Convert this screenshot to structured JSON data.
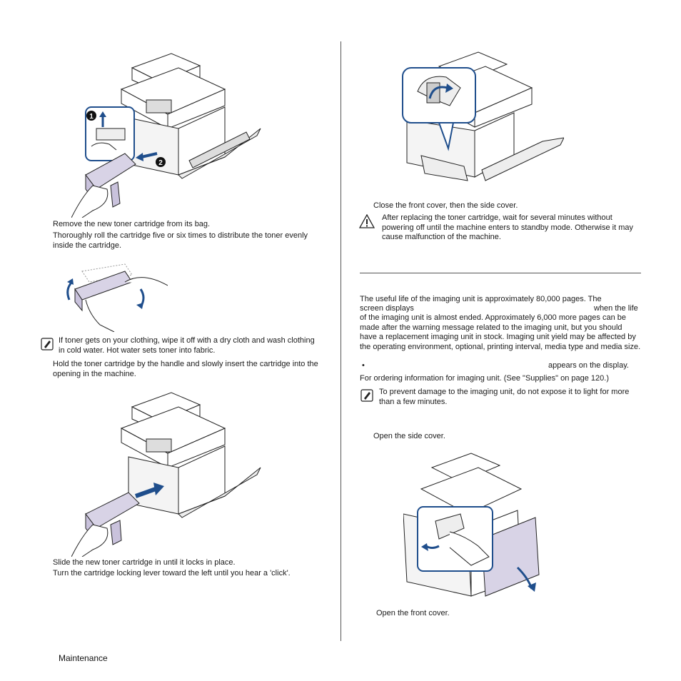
{
  "left": {
    "step_remove_bag": "Remove the new toner cartridge from its bag.",
    "step_roll": "Thoroughly roll the cartridge five or six times to distribute the toner evenly inside the cartridge.",
    "note_toner_clothing": "If toner gets on your clothing, wipe it off with a dry cloth and wash clothing in cold water. Hot water sets toner into fabric.",
    "step_hold_insert": "Hold the toner cartridge by the handle and slowly insert the cartridge into the opening in the machine.",
    "step_slide": "Slide the new toner cartridge in until it locks in place.",
    "step_turn_lever": "Turn the cartridge locking lever toward the left until you hear a 'click'.",
    "callout_1": "1",
    "callout_2": "2"
  },
  "right": {
    "step_close_covers": "Close the front cover, then the side cover.",
    "caution_wait": "After replacing the toner cartridge, wait for several minutes without powering off until the machine enters to standby mode. Otherwise it may cause malfunction of the machine.",
    "para_life_1": "The useful life of the imaging unit is approximately 80,000 pages. The",
    "para_life_2a": "screen displays",
    "para_life_2b": "when the life",
    "para_life_3": "of the imaging unit is almost ended. Approximately 6,000 more pages can be made after the warning message related to the imaging unit, but you should have a replacement imaging unit in stock. Imaging unit yield may be affected by the operating environment, optional, printing interval, media type and media size.",
    "bullet_char": "•",
    "bullet_text": "appears on the display.",
    "ordering": "For ordering information for imaging unit. (See \"Supplies\" on page 120.)",
    "note_light": "To prevent damage to the imaging unit, do not expose it to light for more than a few minutes.",
    "step_open_side": "Open the side cover.",
    "step_open_front": "Open the front cover."
  },
  "footer": {
    "section": "Maintenance"
  }
}
